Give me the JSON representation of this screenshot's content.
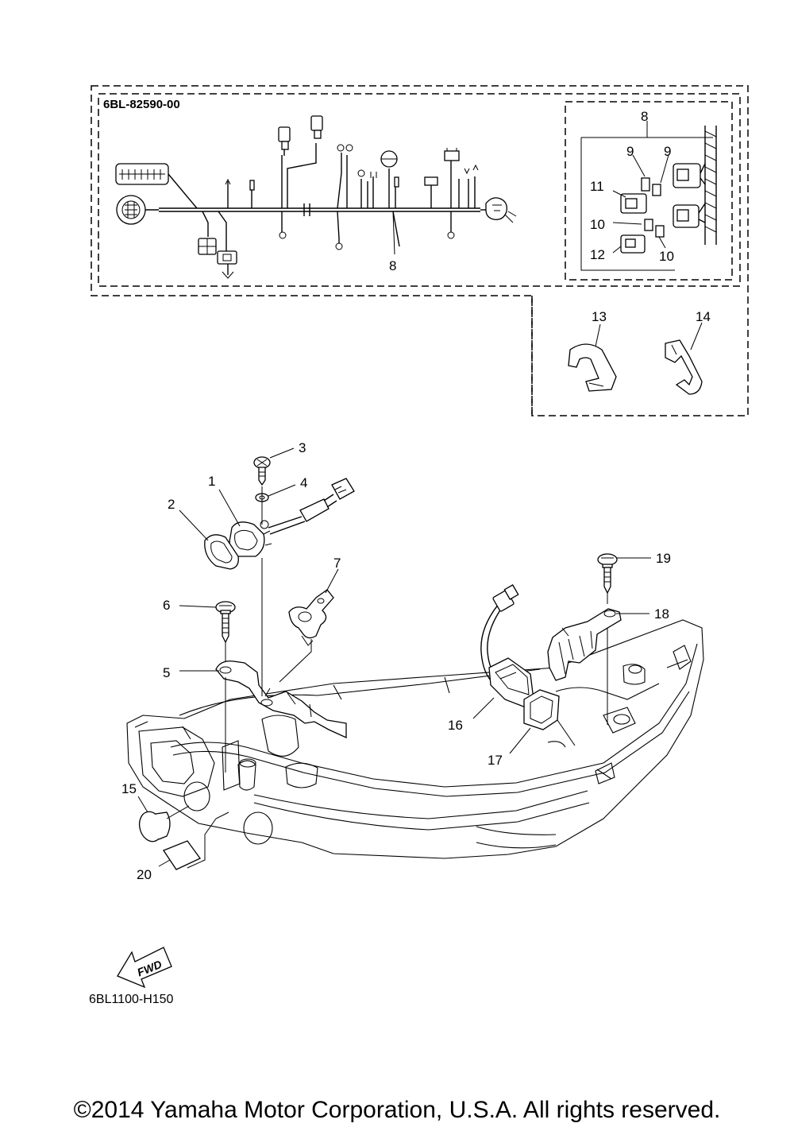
{
  "kit_code": "6BL-82590-00",
  "drawing_code": "6BL1100-H150",
  "fwd_label": "FWD",
  "copyright": "©2014 Yamaha Motor Corporation, U.S.A. All rights reserved.",
  "callouts": {
    "c1": "1",
    "c2": "2",
    "c3": "3",
    "c4": "4",
    "c5": "5",
    "c6": "6",
    "c7": "7",
    "c8a": "8",
    "c8b": "8",
    "c9a": "9",
    "c9b": "9",
    "c10a": "10",
    "c10b": "10",
    "c11": "11",
    "c12": "12",
    "c13": "13",
    "c14": "14",
    "c15": "15",
    "c16": "16",
    "c17": "17",
    "c18": "18",
    "c19": "19",
    "c20": "20"
  }
}
